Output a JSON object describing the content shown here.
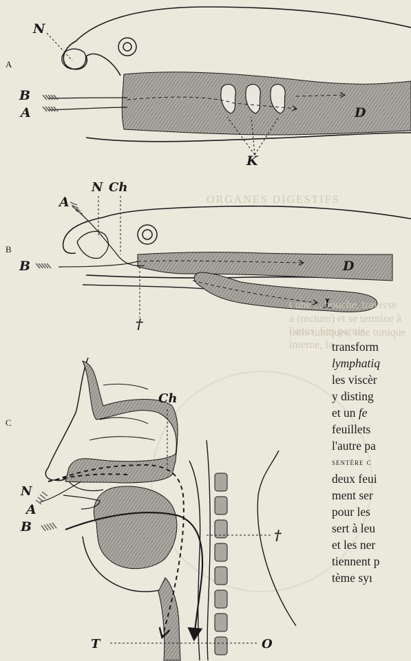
{
  "row_labels": [
    "A",
    "B",
    "C"
  ],
  "fig_a": {
    "N": "N",
    "B": "B",
    "A": "A",
    "D": "D",
    "K": "K"
  },
  "fig_b": {
    "N": "N",
    "Ch": "Ch",
    "A": "A",
    "B": "B",
    "D": "D",
    "L": "L",
    "dagger": "†"
  },
  "fig_c": {
    "Ch": "Ch",
    "N": "N",
    "A": "A",
    "B": "B",
    "dagger": "†",
    "T": "T",
    "O": "O"
  },
  "bleed_through": {
    "heading": "ORGANES DIGESTIFS",
    "line1": "t une ... bouche, traverse",
    "line2": "a (rectum) et se termine à l'anus. Ses parois",
    "line3": "trois tuniques, une tunique interne, la"
  },
  "body_text": {
    "l1": "transform",
    "l2": "lymphatiq",
    "l3": "les viscèr",
    "l4": "y disting",
    "l5": "et un",
    "l5_italic": "fe",
    "l6": "feuillets",
    "l7": "l'autre pa",
    "l8": "sentère c",
    "l9": "deux feui",
    "l10": "ment ser",
    "l11": "pour les",
    "l12": "sert à leu",
    "l13": "et les ner",
    "l14": "tiennent p",
    "l15": "tème syı"
  },
  "colors": {
    "paper": "#ebe8dc",
    "ink": "#1a1a1a",
    "hatch": "#9a9a9a"
  }
}
